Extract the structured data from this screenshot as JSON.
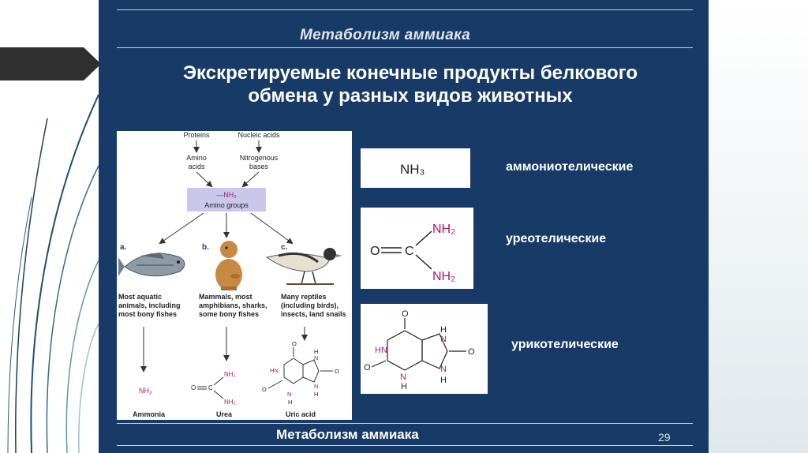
{
  "header": {
    "title": "Метаболизм аммиака"
  },
  "main": {
    "title_line1": "Экскретируемые конечные продукты белкового",
    "title_line2": "обмена у разных видов животных"
  },
  "figure": {
    "proteins": "Proteins",
    "nucleic_acids": "Nucleic acids",
    "amino_line1": "Amino",
    "amino_line2": "acids",
    "nitro_line1": "Nitrogenous",
    "nitro_line2": "bases",
    "amino_groups_formula": "—NH₂",
    "amino_groups": "Amino groups",
    "letter_a": "a.",
    "letter_b": "b.",
    "letter_c": "c.",
    "desc_a": [
      "Most aquatic",
      "animals, including",
      "most bony fishes"
    ],
    "desc_b": [
      "Mammals, most",
      "amphibians, sharks,",
      "some bony fishes"
    ],
    "desc_c": [
      "Many reptiles",
      "(including birds),",
      "insects, land snails"
    ],
    "ammonia_formula": "NH₃",
    "ammonia": "Ammonia",
    "urea": "Urea",
    "uric_acid": "Uric acid"
  },
  "formulas": {
    "nh3": "NH₃",
    "o": "O",
    "c": "C",
    "nh2": "NH₂",
    "hn": "HN",
    "n": "N",
    "h": "H"
  },
  "labels": {
    "ammonotelic": "аммониотелические",
    "ureotelic": "уреотелические",
    "uricotelic": "урикотелические"
  },
  "footer": {
    "title": "Метаболизм аммиака",
    "page_number": "29"
  },
  "colors": {
    "slide_bg": "#173a66",
    "nitrogen": "#b0176a",
    "amino_box": "#c9c8ea"
  }
}
